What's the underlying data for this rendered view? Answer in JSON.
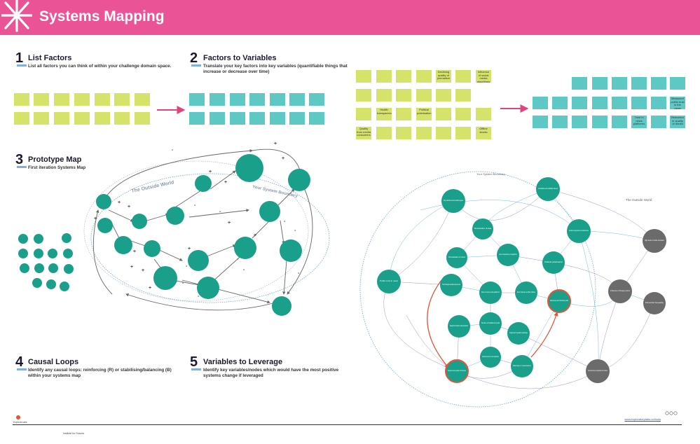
{
  "header": {
    "title": "Systems Mapping"
  },
  "colors": {
    "pink": "#ea5497",
    "teal": "#1aa08a",
    "note_yellow": "#d6e36a",
    "note_teal": "#5ec8c4",
    "red": "#e2553a",
    "gray": "#6b6b6b"
  },
  "sections": {
    "s1": {
      "num": "1",
      "title": "List Factors",
      "desc": "List all factors you can think of within your challenge domain space."
    },
    "s2": {
      "num": "2",
      "title": "Factors to Variables",
      "desc": "Translate your key factors into key variables (quantifiable things that increase or decrease over time)"
    },
    "s3": {
      "num": "3",
      "title": "Prototype Map",
      "desc": "First iteration Systems Map"
    },
    "s4": {
      "num": "4",
      "title": "Causal Loops",
      "desc": "Identify any causal loops: reinforcing (R) or stabilising/balancing (B) within your systems map"
    },
    "s5": {
      "num": "5",
      "title": "Variables to Leverage",
      "desc": "Identify key variables/nodes which would have the most positive systems change if leveraged"
    }
  },
  "big_notes": {
    "yellow": [
      "Declining quality of journalism",
      "Political polarisation",
      "Quality from media consumers",
      "Health transparency",
      "Offline stocks",
      "Influence of social media algorithms"
    ],
    "teal": [
      "Measured public trust in the news",
      "Trust in news platforms",
      "Reduction in quality of media"
    ]
  },
  "prototype": {
    "outside": "The Outside World",
    "boundary": "Your System Boundary"
  },
  "final": {
    "boundary": "Your System Boundary",
    "outside": "The Outside World",
    "nodes": {
      "n1": "Press standards and accountability regimes",
      "n2": "Centralisation and profitability channels",
      "n3": "Monetisation of data",
      "n4": "Circulation of emerging theories and manipulated content",
      "n5": "Lack of transparency of algorithms",
      "n6": "Personalisation of content",
      "n7": "Political polarisation",
      "n8": "Public trust in news",
      "n9": "Technological advancements",
      "n10": "Rise of social media platforms",
      "n11": "Echo chambers and filter bubbles",
      "n12": "Media literacy and critical thinking skills",
      "n13": "Rapid information dissemination",
      "n14": "Decline of traditional media",
      "n15": "Fragmented regulatory landscape",
      "n16": "Economic pressures on news organisations",
      "n17": "Diversity in newsrooms",
      "n18": "Relevance and quality of local news",
      "g1": "High levels of public education",
      "g2": "Influence of foreign actors",
      "g3": "Financial inequality",
      "g4": "Public disinvestment, marginalisation from institutions"
    }
  },
  "footer": {
    "url": "www.exploratorylabs.co/tools",
    "logo1": "ExploreLabs",
    "logo2": "Institute for Futures"
  }
}
